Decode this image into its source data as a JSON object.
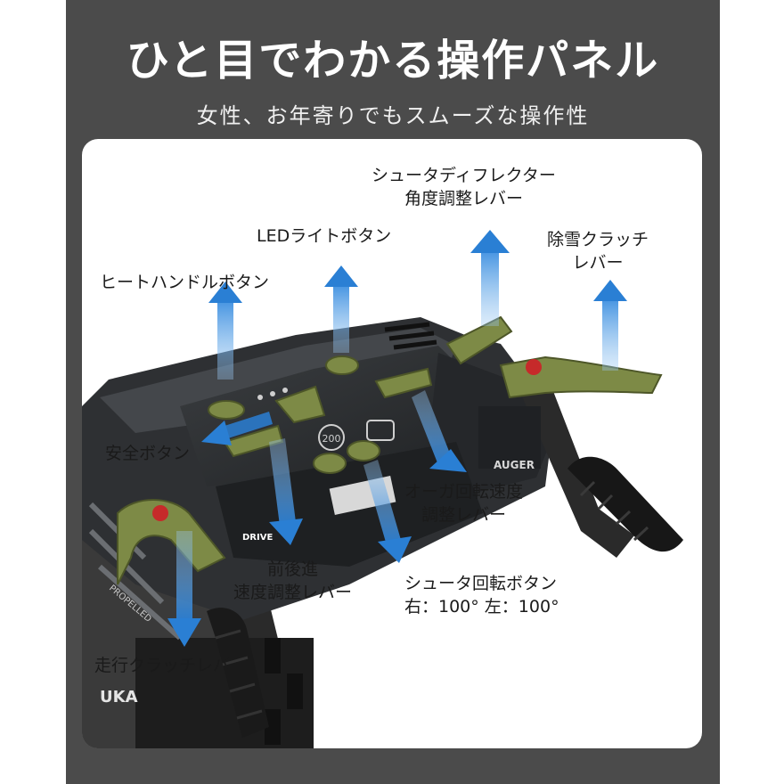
{
  "header": {
    "title": "ひと目でわかる操作パネル",
    "subtitle": "女性、お年寄りでもスムーズな操作性"
  },
  "labels": {
    "deflector_line1": "シュータディフレクター",
    "deflector_line2": "角度調整レバー",
    "led": "LEDライトボタン",
    "clutch_line1": "除雪クラッチ",
    "clutch_line2": "レバー",
    "heat": "ヒートハンドルボタン",
    "safety": "安全ボタン",
    "auger_line1": "オーガ回転速度",
    "auger_line2": "調整レバー",
    "speed_line1": "前後進",
    "speed_line2": "速度調整レバー",
    "chute_line1": "シュータ回転ボタン",
    "chute_line2": "右：100°  左：100°",
    "drive": "走行クラッチレバー"
  },
  "machine_marks": {
    "auger": "AUGER",
    "brand": "UKA",
    "propelled": "PROPELLED",
    "drive": "DRIVE",
    "dial": "200"
  },
  "colors": {
    "frame": "#4b4b4b",
    "olive": "#7d8a46",
    "arrow": "#2a7fd4",
    "body": "#2b2d2f"
  }
}
